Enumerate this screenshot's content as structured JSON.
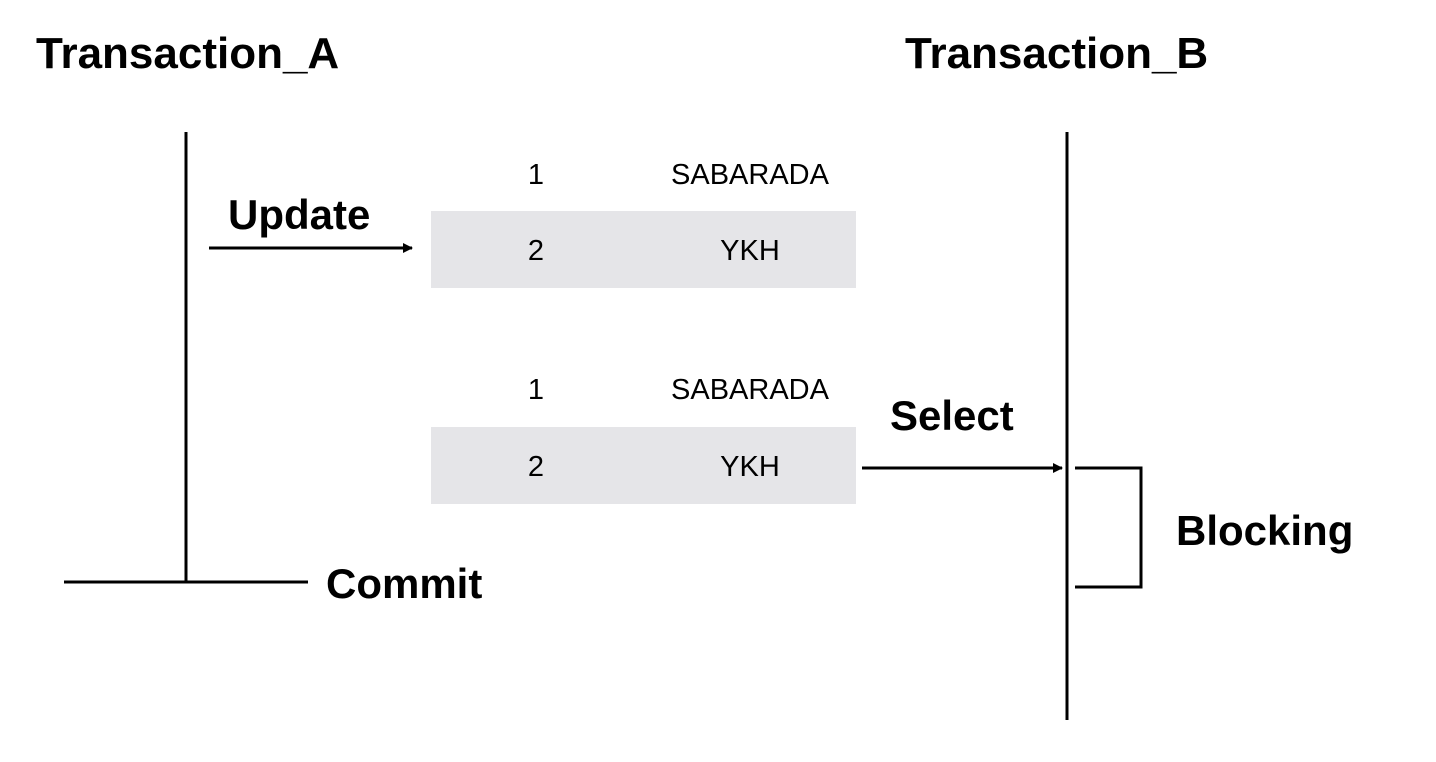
{
  "transaction_a": {
    "title": "Transaction_A"
  },
  "transaction_b": {
    "title": "Transaction_B"
  },
  "actions": {
    "update": "Update",
    "select": "Select",
    "commit": "Commit",
    "blocking": "Blocking"
  },
  "table_a": {
    "rows": [
      {
        "id": "1",
        "name": "SABARADA",
        "highlighted": false
      },
      {
        "id": "2",
        "name": "YKH",
        "highlighted": true
      }
    ]
  },
  "table_b": {
    "rows": [
      {
        "id": "1",
        "name": "SABARADA",
        "highlighted": false
      },
      {
        "id": "2",
        "name": "YKH",
        "highlighted": true
      }
    ]
  },
  "colors": {
    "highlight": "#e5e5e8",
    "line": "#000000"
  }
}
